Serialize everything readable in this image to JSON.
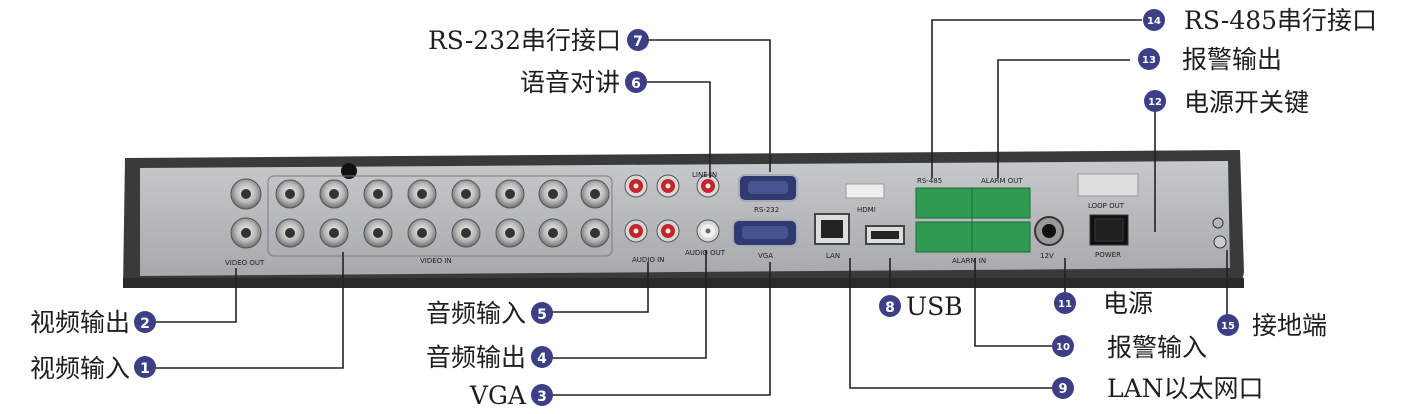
{
  "callouts": [
    {
      "num": "1",
      "label": "视频输入"
    },
    {
      "num": "2",
      "label": "视频输出"
    },
    {
      "num": "3",
      "label": "VGA"
    },
    {
      "num": "4",
      "label": "音频输出"
    },
    {
      "num": "5",
      "label": "音频输入"
    },
    {
      "num": "6",
      "label": "语音对讲"
    },
    {
      "num": "7",
      "label": "RS-232串行接口"
    },
    {
      "num": "8",
      "label": "USB"
    },
    {
      "num": "9",
      "label": "LAN以太网口"
    },
    {
      "num": "10",
      "label": "报警输入"
    },
    {
      "num": "11",
      "label": "电源"
    },
    {
      "num": "12",
      "label": "电源开关键"
    },
    {
      "num": "13",
      "label": "报警输出"
    },
    {
      "num": "14",
      "label": "RS-485串行接口"
    },
    {
      "num": "15",
      "label": "接地端"
    }
  ],
  "panel": {
    "video_out": "VIDEO OUT",
    "video_in": "VIDEO IN",
    "audio_in": "AUDIO  IN",
    "audio_out": "AUDIO OUT",
    "line_in": "LINE IN",
    "rs232": "RS-232",
    "vga": "VGA",
    "hdmi": "HDMI",
    "lan": "LAN",
    "rs485": "RS-485",
    "alarm_out": "ALARM OUT",
    "alarm_in": "ALARM IN",
    "loop_out": "LOOP OUT",
    "power": "POWER",
    "v12": "12V"
  },
  "colors": {
    "badge": "#3c3f86",
    "panel": "#b5b8bb",
    "chassis": "#3a3a3a",
    "terminal": "#2f9a52",
    "rca_red": "#c4242b"
  }
}
